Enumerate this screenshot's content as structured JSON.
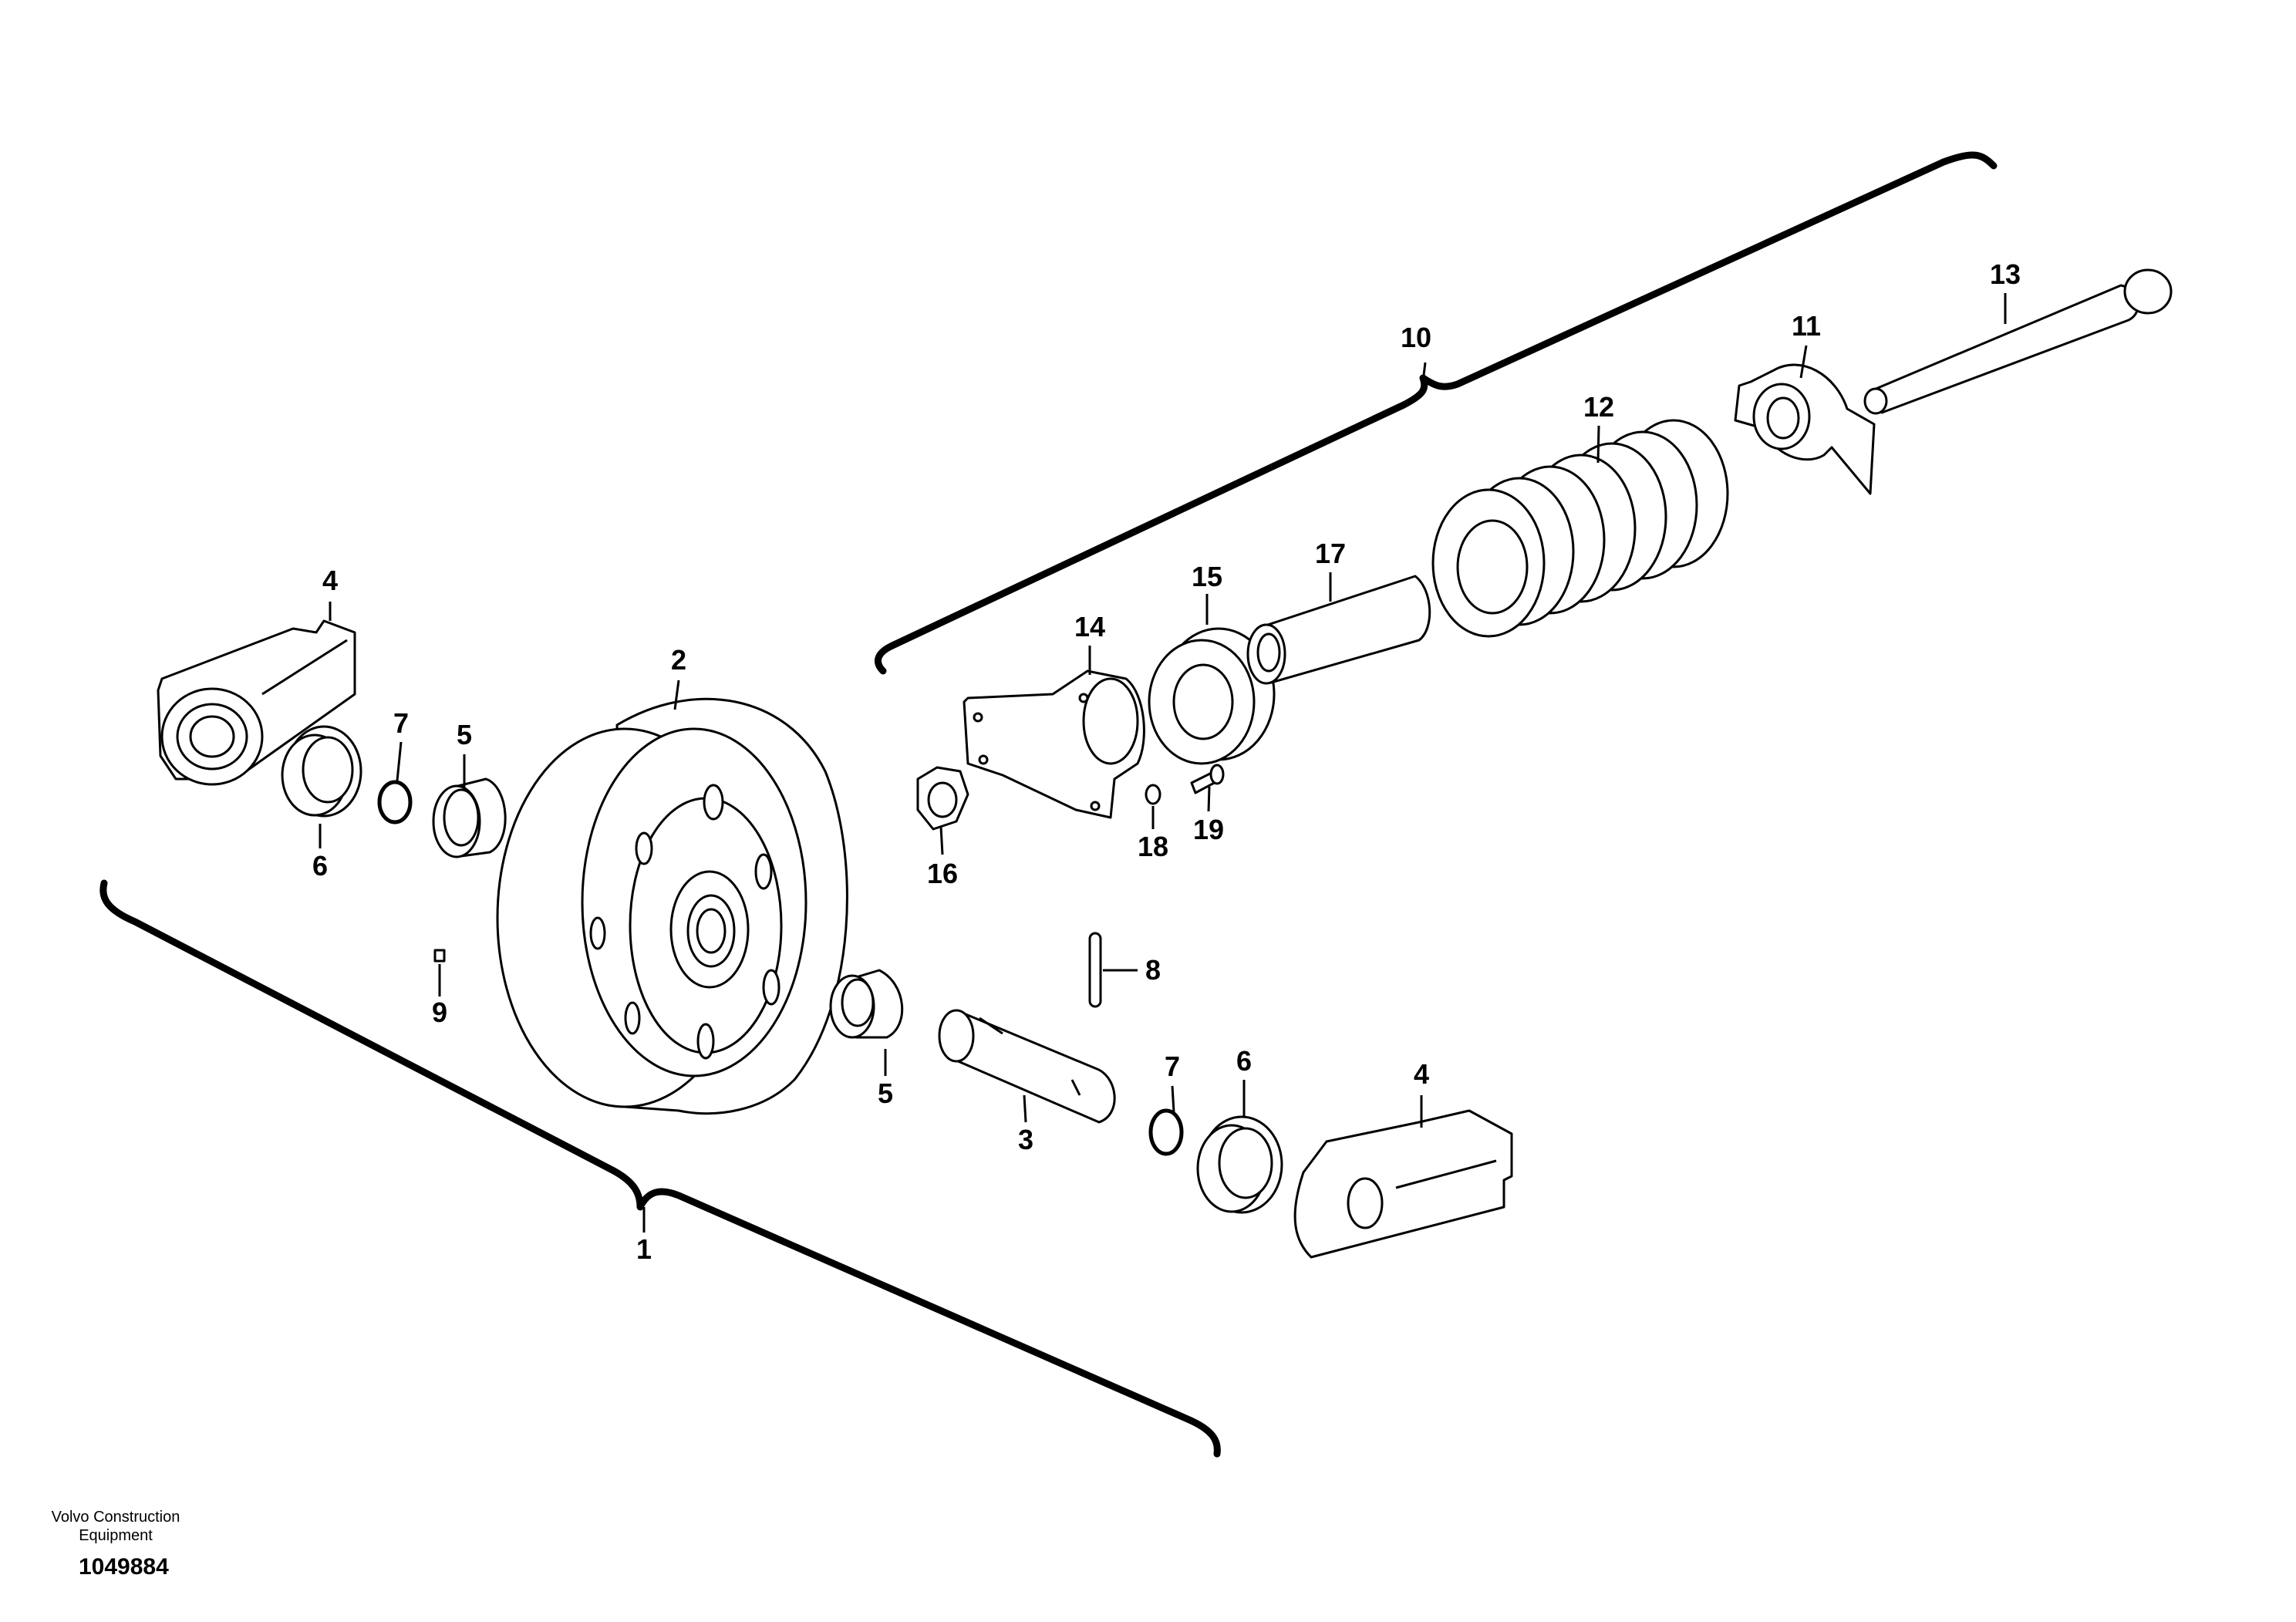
{
  "callouts": {
    "c1": "1",
    "c2": "2",
    "c3": "3",
    "c4a": "4",
    "c4b": "4",
    "c5a": "5",
    "c5b": "5",
    "c6a": "6",
    "c6b": "6",
    "c7a": "7",
    "c7b": "7",
    "c8": "8",
    "c9": "9",
    "c10": "10",
    "c11": "11",
    "c12": "12",
    "c13": "13",
    "c14": "14",
    "c15": "15",
    "c16": "16",
    "c17": "17",
    "c18": "18",
    "c19": "19"
  },
  "footer": {
    "company_line1": "Volvo Construction",
    "company_line2": "Equipment",
    "doc_number": "1049884"
  }
}
